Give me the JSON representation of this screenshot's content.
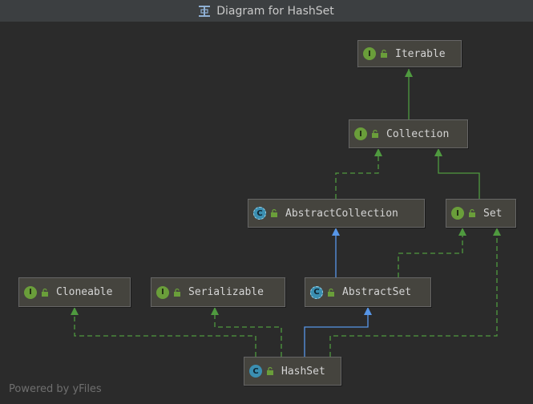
{
  "window": {
    "title": "Diagram for HashSet"
  },
  "footer": {
    "powered_by": "Powered by yFiles"
  },
  "colors": {
    "background": "#2b2b2b",
    "node_fill": "#45443e",
    "interface_badge": "#6a9e3a",
    "class_badge": "#3b8fb1",
    "implements_edge": "#4f9a3f",
    "extends_edge": "#5796e8"
  },
  "nodes": {
    "iterable": {
      "name": "Iterable",
      "kind": "I",
      "icon": "interface-icon"
    },
    "collection": {
      "name": "Collection",
      "kind": "I",
      "icon": "interface-icon"
    },
    "abstract_collection": {
      "name": "AbstractCollection",
      "kind": "C",
      "icon": "abstract-class-icon"
    },
    "set": {
      "name": "Set",
      "kind": "I",
      "icon": "interface-icon"
    },
    "cloneable": {
      "name": "Cloneable",
      "kind": "I",
      "icon": "interface-icon"
    },
    "serializable": {
      "name": "Serializable",
      "kind": "I",
      "icon": "interface-icon"
    },
    "abstract_set": {
      "name": "AbstractSet",
      "kind": "C",
      "icon": "abstract-class-icon"
    },
    "hashset": {
      "name": "HashSet",
      "kind": "C",
      "icon": "class-icon"
    }
  },
  "edges": [
    {
      "from": "Collection",
      "to": "Iterable",
      "type": "extends-interface"
    },
    {
      "from": "AbstractCollection",
      "to": "Collection",
      "type": "implements"
    },
    {
      "from": "Set",
      "to": "Collection",
      "type": "extends-interface"
    },
    {
      "from": "AbstractSet",
      "to": "AbstractCollection",
      "type": "extends"
    },
    {
      "from": "AbstractSet",
      "to": "Set",
      "type": "implements"
    },
    {
      "from": "HashSet",
      "to": "Cloneable",
      "type": "implements"
    },
    {
      "from": "HashSet",
      "to": "Serializable",
      "type": "implements"
    },
    {
      "from": "HashSet",
      "to": "AbstractSet",
      "type": "extends"
    },
    {
      "from": "HashSet",
      "to": "Set",
      "type": "implements"
    }
  ]
}
